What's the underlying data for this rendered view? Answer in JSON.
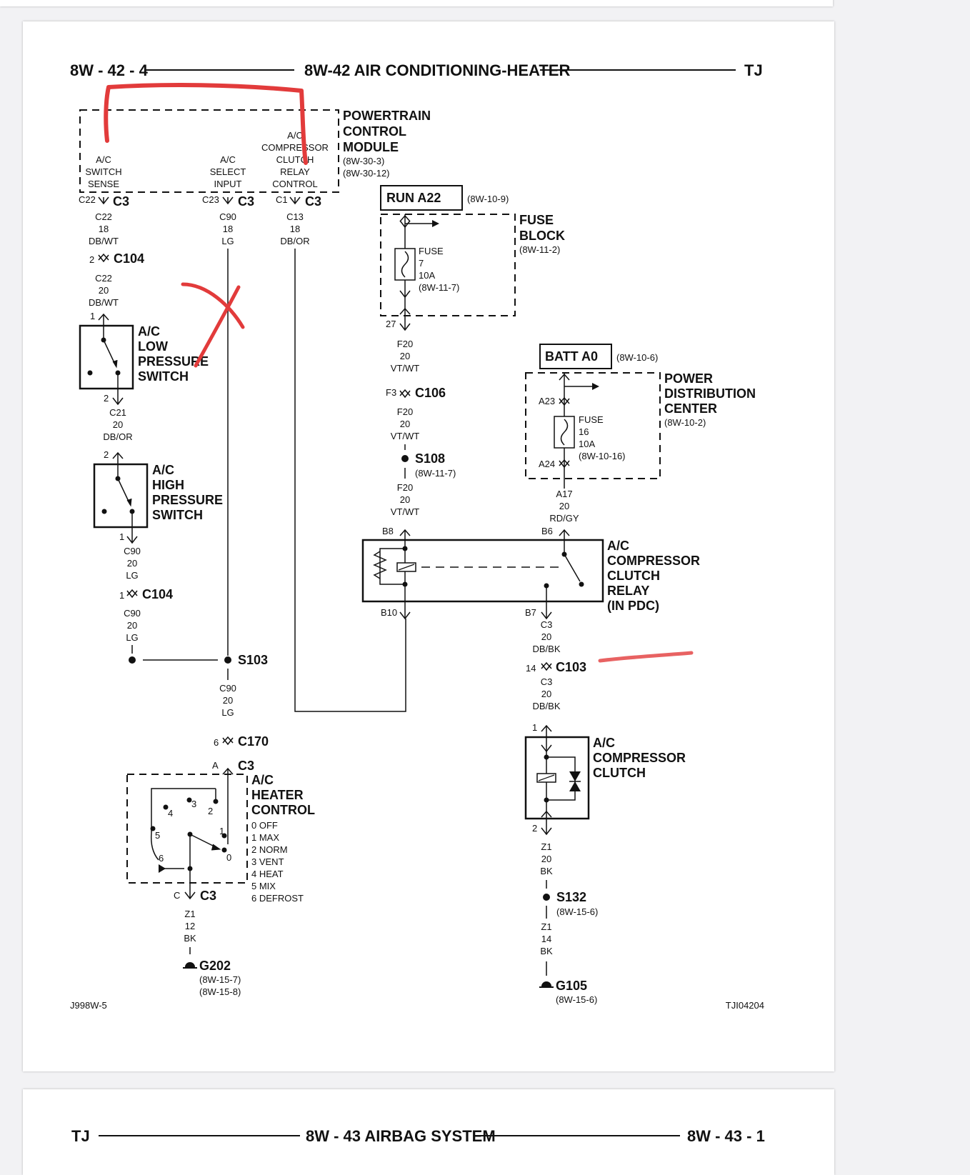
{
  "header": {
    "left": "8W - 42 - 4",
    "title": "8W-42 AIR CONDITIONING-HEATER",
    "right": "TJ"
  },
  "next_page_header": {
    "left": "TJ",
    "title": "8W  -  43  AIRBAG SYSTEM",
    "right": "8W  -  43 - 1"
  },
  "footer": {
    "left": "J998W-5",
    "right": "TJI04204"
  },
  "pcm": {
    "title": [
      "POWERTRAIN",
      "CONTROL",
      "MODULE"
    ],
    "refs": [
      "(8W-30-3)",
      "(8W-30-12)"
    ],
    "pins": [
      {
        "label": [
          "A/C",
          "SWITCH",
          "SENSE"
        ],
        "pin": "C22",
        "conn": "C3",
        "wire": [
          "C22",
          "18",
          "DB/WT"
        ]
      },
      {
        "label": [
          "A/C",
          "SELECT",
          "INPUT"
        ],
        "pin": "C23",
        "conn": "C3",
        "wire": [
          "C90",
          "18",
          "LG"
        ]
      },
      {
        "label": [
          "A/C",
          "COMPRESSOR",
          "CLUTCH",
          "RELAY",
          "CONTROL"
        ],
        "pin": "C1",
        "conn": "C3",
        "wire": [
          "C13",
          "18",
          "DB/OR"
        ]
      }
    ]
  },
  "c104_top": {
    "pin": "2",
    "name": "C104",
    "wire": [
      "C22",
      "20",
      "DB/WT"
    ]
  },
  "low_switch": {
    "title": [
      "A/C",
      "LOW",
      "PRESSURE",
      "SWITCH"
    ],
    "pin_top": "1",
    "pin_bot": "2",
    "wire": [
      "C21",
      "20",
      "DB/OR"
    ]
  },
  "high_switch": {
    "title": [
      "A/C",
      "HIGH",
      "PRESSURE",
      "SWITCH"
    ],
    "pin_top": "2",
    "pin_bot": "1",
    "wire": [
      "C90",
      "20",
      "LG"
    ]
  },
  "c104_bot": {
    "pin": "1",
    "name": "C104",
    "wire": [
      "C90",
      "20",
      "LG"
    ]
  },
  "s103": {
    "name": "S103",
    "wire": [
      "C90",
      "20",
      "LG"
    ]
  },
  "c170": {
    "pin": "6",
    "name": "C170"
  },
  "hvac_conn": {
    "pin": "A",
    "name": "C3"
  },
  "hvac": {
    "title": [
      "A/C",
      "HEATER",
      "CONTROL"
    ],
    "modes": [
      "0 OFF",
      "1 MAX",
      "2 NORM",
      "3 VENT",
      "4 HEAT",
      "5 MIX",
      "6 DEFROST"
    ],
    "positions": [
      "0",
      "1",
      "2",
      "3",
      "4",
      "5",
      "6"
    ],
    "pin": "C",
    "conn": "C3",
    "wire": [
      "Z1",
      "12",
      "BK"
    ]
  },
  "g202": {
    "name": "G202",
    "refs": [
      "(8W-15-7)",
      "(8W-15-8)"
    ]
  },
  "run_a22": {
    "name": "RUN A22",
    "ref": "(8W-10-9)"
  },
  "fuse_block": {
    "title": [
      "FUSE",
      "BLOCK"
    ],
    "ref": "(8W-11-2)",
    "fuse": [
      "FUSE",
      "7",
      "10A",
      "(8W-11-7)"
    ],
    "pin": "27",
    "wire": [
      "F20",
      "20",
      "VT/WT"
    ]
  },
  "c106": {
    "pin": "F3",
    "name": "C106",
    "wire": [
      "F20",
      "20",
      "VT/WT"
    ]
  },
  "s108": {
    "name": "S108",
    "ref": "(8W-11-7)",
    "wire": [
      "F20",
      "20",
      "VT/WT"
    ]
  },
  "batt_a0": {
    "name": "BATT A0",
    "ref": "(8W-10-6)"
  },
  "pdc": {
    "title": [
      "POWER",
      "DISTRIBUTION",
      "CENTER"
    ],
    "ref": "(8W-10-2)",
    "pin_in": "A23",
    "pin_out": "A24",
    "fuse": [
      "FUSE",
      "16",
      "10A",
      "(8W-10-16)"
    ],
    "wire": [
      "A17",
      "20",
      "RD/GY"
    ]
  },
  "relay": {
    "title": [
      "A/C",
      "COMPRESSOR",
      "CLUTCH",
      "RELAY",
      "(IN PDC)"
    ],
    "pins": [
      "B8",
      "B6",
      "B10",
      "B7"
    ],
    "wire": [
      "C3",
      "20",
      "DB/BK"
    ]
  },
  "c103": {
    "pin": "14",
    "name": "C103",
    "wire": [
      "C3",
      "20",
      "DB/BK"
    ]
  },
  "clutch": {
    "title": [
      "A/C",
      "COMPRESSOR",
      "CLUTCH"
    ],
    "pin_top": "1",
    "pin_bot": "2",
    "wire": [
      "Z1",
      "20",
      "BK"
    ]
  },
  "s132": {
    "name": "S132",
    "ref": "(8W-15-6)",
    "wire": [
      "Z1",
      "14",
      "BK"
    ]
  },
  "g105": {
    "name": "G105",
    "ref": "(8W-15-6)"
  },
  "colors": {
    "ink": "#111111",
    "markup": "#e23b3b",
    "page": "#ffffff",
    "background": "#f2f2f4"
  }
}
